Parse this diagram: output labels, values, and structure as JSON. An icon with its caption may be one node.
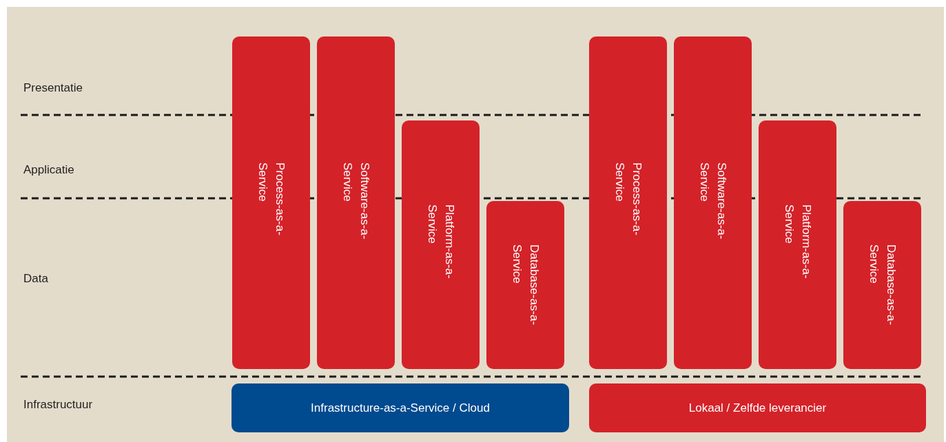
{
  "diagram": {
    "nodes": [
      {
        "text": [
          "Process-as-a-Service"
        ]
      },
      {
        "text": [
          "Software-as-a-Service"
        ]
      },
      {
        "text": [
          "Platform-as-a-Service"
        ]
      },
      {
        "text": [
          "Database-as-a-Service"
        ]
      },
      {
        "text": [
          "Process-as-a-Service"
        ]
      },
      {
        "text": [
          "Software-as-a-Service"
        ]
      },
      {
        "text": [
          "Platform-as-a-Service"
        ]
      },
      {
        "text": [
          "Database-as-a-Service"
        ]
      },
      {
        "text": [
          "Infrastructure-as-a-Service / Cloud"
        ]
      },
      {
        "text": [
          "Lokaal / Zelfde leverancier"
        ]
      }
    ],
    "edges": [],
    "labels": [
      "Presentatie",
      "Applicatie",
      "Data",
      "Infrastructuur"
    ]
  }
}
